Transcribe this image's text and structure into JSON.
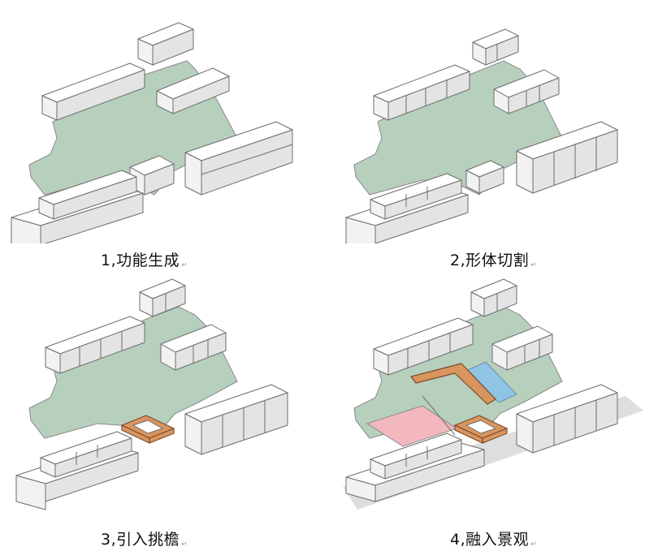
{
  "steps": [
    {
      "caption": "1,功能生成"
    },
    {
      "caption": "2,形体切割"
    },
    {
      "caption": "3,引入挑檐"
    },
    {
      "caption": "4,融入景观"
    }
  ],
  "paragraph_mark": "↵",
  "colors": {
    "ground": "#b7cfbd",
    "building": "#ffffff",
    "eave": "#d9955f",
    "lawn": "#f2b8be",
    "water": "#8fc4e4",
    "shadow": "#dedede"
  }
}
